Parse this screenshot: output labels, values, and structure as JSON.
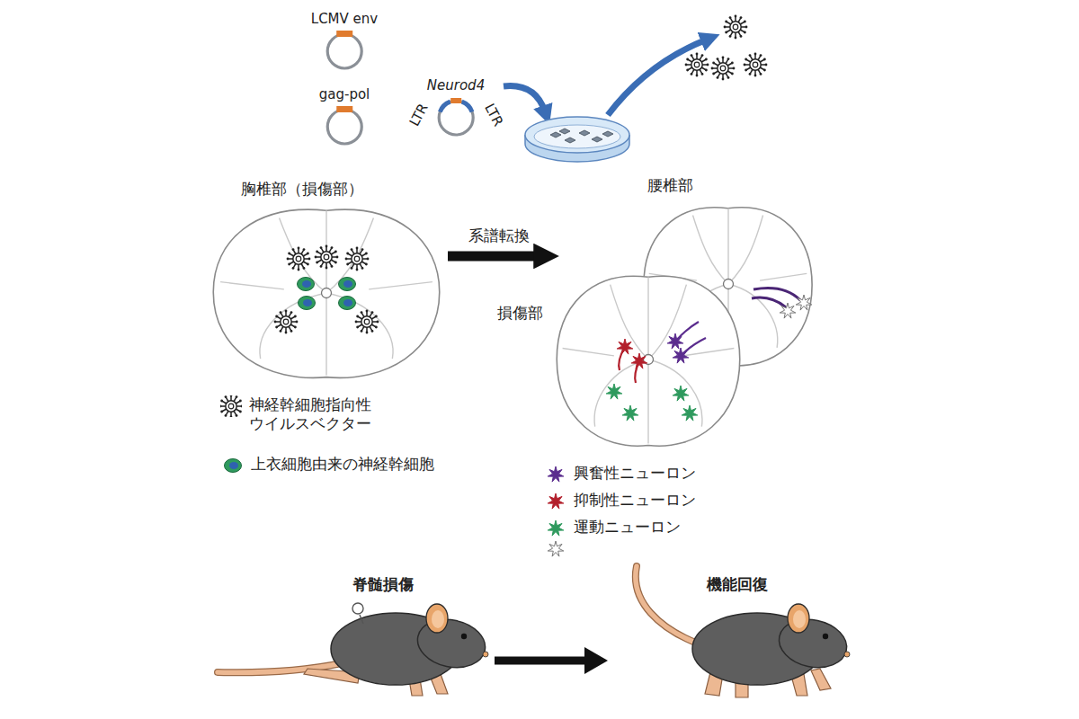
{
  "diagram": {
    "nodes": [
      {
        "text": [
          "LCMV env"
        ]
      },
      {
        "text": [
          "gag-pol"
        ]
      },
      {
        "text": [
          "Neurod4"
        ]
      },
      {
        "text": [
          "胸椎部（損傷部）"
        ]
      },
      {
        "text": [
          "腰椎部"
        ]
      },
      {
        "text": [
          "損傷部"
        ]
      }
    ],
    "edges": [
      {
        "from": 3,
        "to": 5,
        "label": "系譜転換",
        "arrow": "to"
      }
    ],
    "labels": [
      "LTR",
      "LTR",
      "脊髄損傷",
      "機能回復"
    ],
    "legend": [
      {
        "text": "神経幹細胞指向性ウイルスベクター"
      },
      {
        "text": "上衣細胞由来の神経幹細胞"
      },
      {
        "text": "興奮性ニューロン",
        "color": "#5b2d8e"
      },
      {
        "text": "抑制性ニューロン",
        "color": "#b3202c"
      },
      {
        "text": "運動ニューロン",
        "color": "#2f9a5e"
      }
    ]
  }
}
